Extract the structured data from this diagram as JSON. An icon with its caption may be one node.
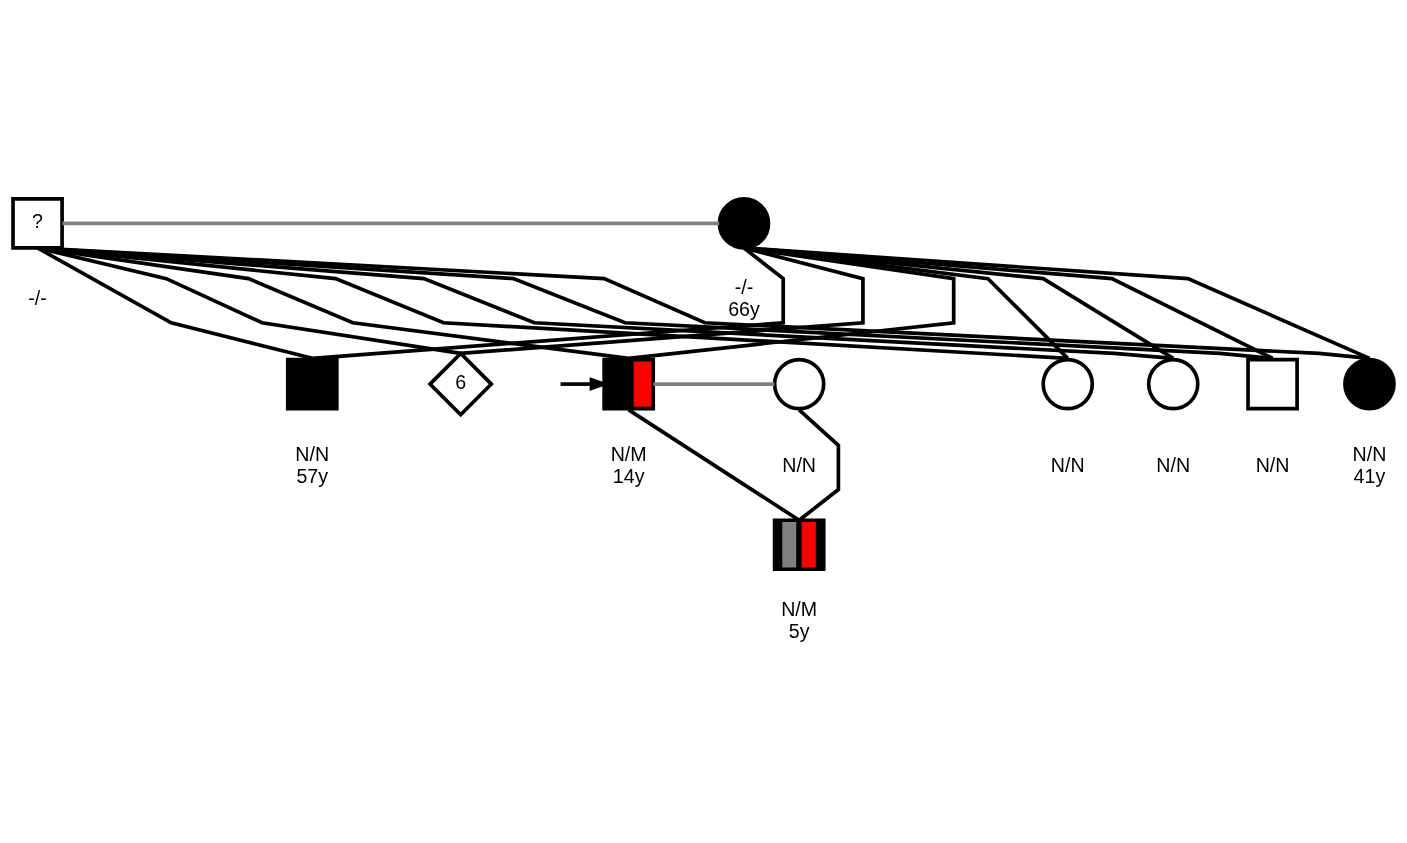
{
  "diagram": {
    "nodes": [
      {
        "text": [
          "?"
        ],
        "beside": [
          "-/-"
        ]
      },
      {
        "text": [],
        "shape": "circle",
        "beside": [
          "-/-",
          "66y"
        ]
      },
      {
        "text": [],
        "shape": "box",
        "beside": [
          "N/N",
          "57y"
        ]
      },
      {
        "text": [
          "6"
        ]
      },
      {
        "text": [],
        "shape": "box",
        "beside": [
          "N/M",
          "14y"
        ]
      },
      {
        "text": [],
        "shape": "circle",
        "beside": [
          "N/N"
        ]
      },
      {
        "text": [],
        "shape": "circle",
        "beside": [
          "N/N"
        ]
      },
      {
        "text": [],
        "shape": "circle",
        "beside": [
          "N/N"
        ]
      },
      {
        "text": [],
        "shape": "box",
        "beside": [
          "N/N"
        ]
      },
      {
        "text": [],
        "shape": "circle",
        "beside": [
          "N/N",
          "41y"
        ]
      },
      {
        "text": [],
        "shape": "box",
        "beside": [
          "N/M",
          "5y"
        ]
      }
    ],
    "edges": [
      {
        "from": 0,
        "to": 1,
        "arrow": "none",
        "color": "#808080"
      },
      {
        "from": 0,
        "to": 2,
        "arrow": "none"
      },
      {
        "from": 1,
        "to": 2,
        "arrow": "none"
      },
      {
        "from": 0,
        "to": 3,
        "arrow": "none"
      },
      {
        "from": 1,
        "to": 3,
        "arrow": "none"
      },
      {
        "from": 0,
        "to": 4,
        "arrow": "none"
      },
      {
        "from": 1,
        "to": 4,
        "arrow": "none"
      },
      {
        "from": 0,
        "to": 6,
        "arrow": "none"
      },
      {
        "from": 1,
        "to": 6,
        "arrow": "none"
      },
      {
        "from": 0,
        "to": 7,
        "arrow": "none"
      },
      {
        "from": 1,
        "to": 7,
        "arrow": "none"
      },
      {
        "from": 0,
        "to": 8,
        "arrow": "none"
      },
      {
        "from": 1,
        "to": 8,
        "arrow": "none"
      },
      {
        "from": 0,
        "to": 9,
        "arrow": "none"
      },
      {
        "from": 1,
        "to": 9,
        "arrow": "none"
      },
      {
        "from": 4,
        "to": 5,
        "arrow": "none",
        "color": "#808080"
      },
      {
        "from": 4,
        "to": 10,
        "arrow": "none"
      },
      {
        "from": 5,
        "to": 10,
        "arrow": "none"
      },
      {
        "from": null,
        "to": 4,
        "arrow": "to"
      }
    ]
  }
}
